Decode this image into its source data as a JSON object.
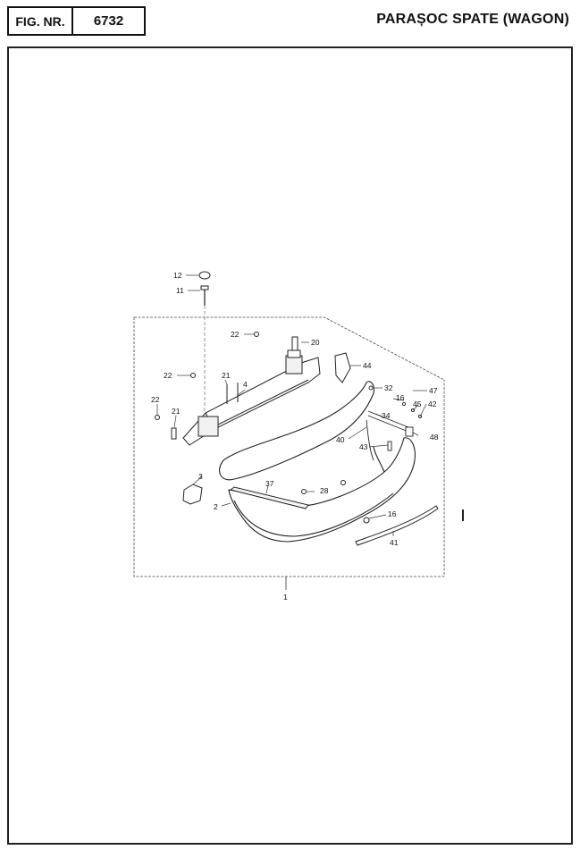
{
  "header": {
    "fig_label": "FIG. NR.",
    "fig_number": "6732",
    "title": "PARAȘOC SPATE (WAGON)"
  },
  "callouts": {
    "c1": "1",
    "c2": "2",
    "c3": "3",
    "c4": "4",
    "c11": "11",
    "c12": "12",
    "c16a": "16",
    "c16b": "16",
    "c20": "20",
    "c21a": "21",
    "c21b": "21",
    "c22a": "22",
    "c22b": "22",
    "c22c": "22",
    "c28": "28",
    "c32": "32",
    "c34": "34",
    "c37": "37",
    "c40": "40",
    "c41": "41",
    "c42": "42",
    "c43": "43",
    "c44": "44",
    "c45": "45",
    "c47": "47",
    "c48": "48"
  }
}
